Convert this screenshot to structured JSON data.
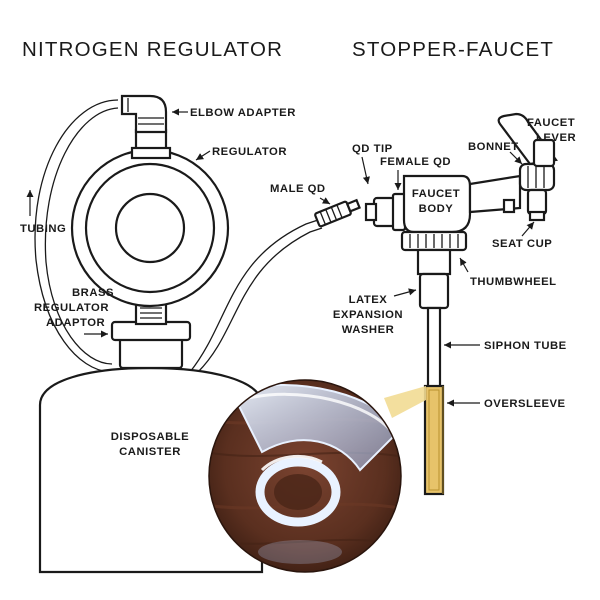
{
  "titles": {
    "left": "NITROGEN REGULATOR",
    "right": "STOPPER-FAUCET"
  },
  "labels": {
    "elbow_adapter": "ELBOW ADAPTER",
    "regulator": "REGULATOR",
    "tubing": "TUBING",
    "brass_regulator_adaptor": [
      "BRASS",
      "REGULATOR",
      "ADAPTOR"
    ],
    "disposable_canister": [
      "DISPOSABLE",
      "CANISTER"
    ],
    "male_qd": "MALE QD",
    "qd_tip": "QD TIP",
    "female_qd": "FEMALE QD",
    "faucet_body": [
      "FAUCET",
      "BODY"
    ],
    "bonnet": "BONNET",
    "faucet_lever": [
      "FAUCET",
      "LEVER"
    ],
    "seat_cup": "SEAT CUP",
    "thumbwheel": "THUMBWHEEL",
    "latex_expansion_washer": [
      "LATEX",
      "EXPANSION",
      "WASHER"
    ],
    "siphon_tube": "SIPHON TUBE",
    "oversleeve": "OVERSLEEVE"
  },
  "colors": {
    "ink": "#1a1a1a",
    "oversleeve": "#e7c36a",
    "photo_wood": "#5a2f1f",
    "tube_highlight": "#dbe9ff"
  },
  "inset": {
    "subject": "photo-of-clear-tubing-on-wood"
  }
}
